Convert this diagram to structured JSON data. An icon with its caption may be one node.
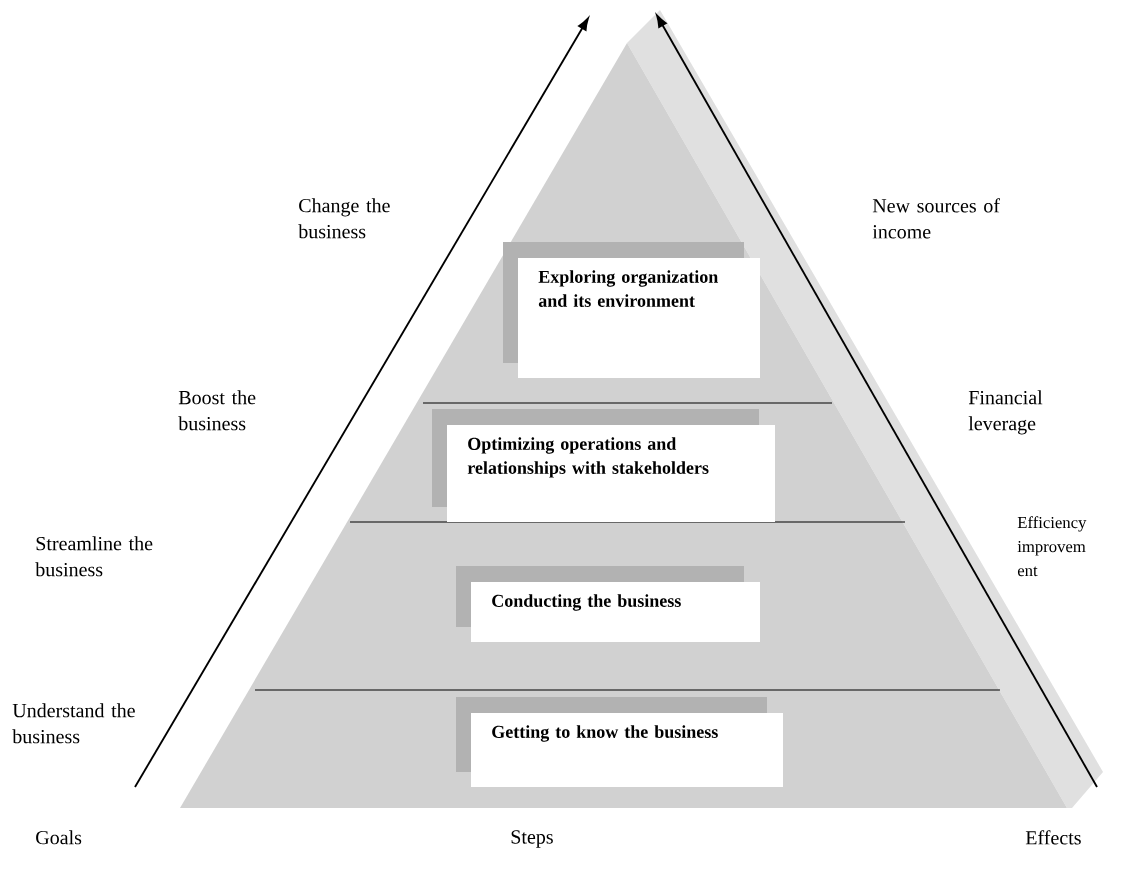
{
  "diagram": {
    "nodes": [
      {
        "text": [
          "Exploring organization and its environment"
        ]
      },
      {
        "text": [
          "Optimizing operations and relationships with stakeholders"
        ]
      },
      {
        "text": [
          "Conducting the business"
        ]
      },
      {
        "text": [
          "Getting to know the business"
        ]
      }
    ],
    "labels": [
      "Change the business",
      "New sources of income",
      "Boost the business",
      "Financial leverage",
      "Streamline the business",
      "Efficiency improvem ent",
      "Understand the business",
      "Goals",
      "Steps",
      "Effects"
    ]
  }
}
